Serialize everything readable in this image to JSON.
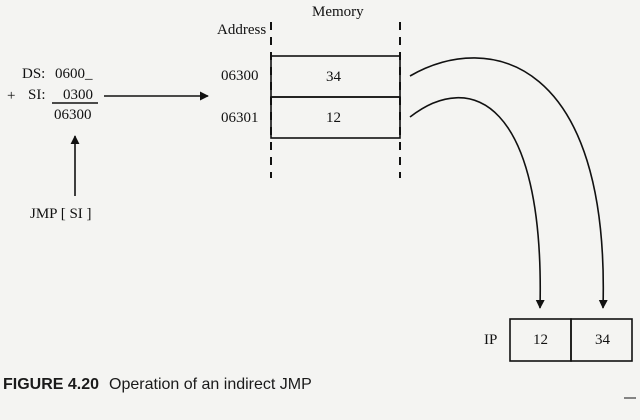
{
  "memory": {
    "title": "Memory",
    "address_header": "Address",
    "rows": [
      {
        "address": "06300",
        "value": "34"
      },
      {
        "address": "06301",
        "value": "12"
      }
    ]
  },
  "calculation": {
    "ds_label": "DS:",
    "ds_value": "0600_",
    "plus": "+",
    "si_label": "SI:",
    "si_value": "0300",
    "result": "06300",
    "instruction": "JMP [ SI ]"
  },
  "ip": {
    "label": "IP",
    "high": "12",
    "low": "34"
  },
  "caption": {
    "figure": "FIGURE 4.20",
    "text": "Operation of an indirect JMP"
  },
  "colors": {
    "ink": "#111111",
    "paper": "#f4f4f2"
  }
}
